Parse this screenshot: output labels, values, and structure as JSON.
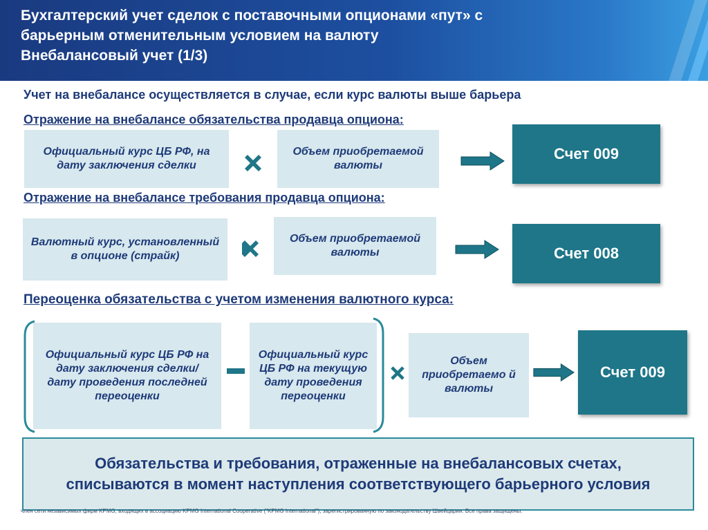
{
  "header": {
    "title_lines": [
      "Бухгалтерский учет сделок с поставочными опционами «пут» с",
      "барьерным отменительным условием на валюту",
      "Внебалансовый учет (1/3)"
    ]
  },
  "intro": "Учет на внебалансе осуществляется в случае, если курс валюты выше барьера",
  "section1": {
    "heading": "Отражение на внебалансе обязательства продавца опциона:",
    "box1": "Официальный курс ЦБ РФ, на дату заключения сделки",
    "box2": "Объем приобретаемой валюты",
    "account": "Счет 009"
  },
  "section2": {
    "heading": "Отражение на внебалансе требования продавца опциона:",
    "box1": "Валютный курс, установленный в опционе (страйк)",
    "box2": "Объем приобретаемой валюты",
    "account": "Счет 008"
  },
  "section3": {
    "heading": "Переоценка обязательства с учетом изменения валютного курса:",
    "box1": "Официальный курс ЦБ РФ на дату заключения сделки/дату проведения последней переоценки",
    "box2": "Официальный курс ЦБ РФ на текущую дату проведения переоценки",
    "box3": "Объем приобретаемо й валюты",
    "account": "Счет 009"
  },
  "conclusion": "Обязательства и требования, отраженные на внебалансовых счетах, списываются в момент наступления соответствующего барьерного условия",
  "footer": "член сети независимых фирм KPMG, входящих в ассоциацию KPMG International Cooperative (\"KPMG International\"), зарегистрированную по законодательству Швейцарии. Все права защищены.",
  "colors": {
    "header_start": "#1a3a80",
    "header_end": "#3b9ee0",
    "text_dark_blue": "#1e3a78",
    "box_light": "#d7e8ee",
    "account_teal": "#1e7688"
  },
  "icons": [
    "multiply-icon",
    "arrow-right-icon",
    "minus-icon",
    "left-bracket-icon",
    "right-bracket-icon"
  ]
}
